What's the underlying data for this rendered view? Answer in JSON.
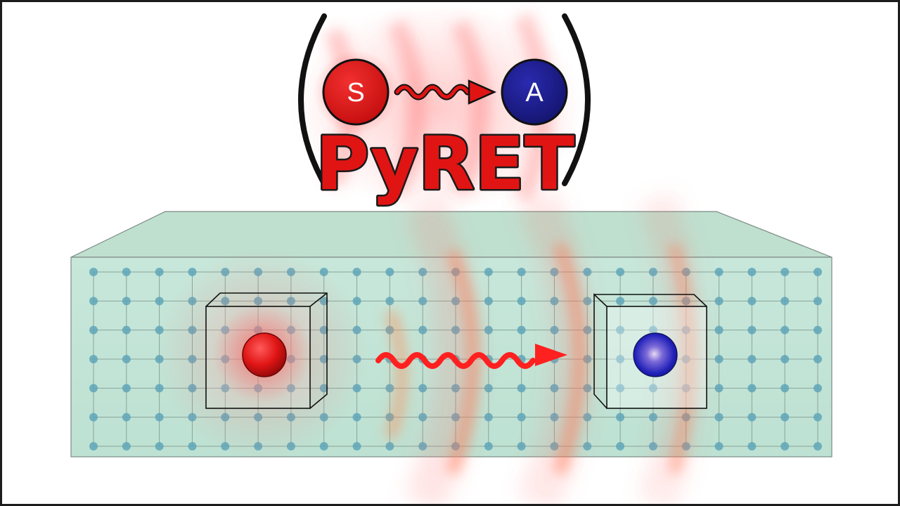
{
  "logo": {
    "title": "PyRET",
    "source_label": "S",
    "acceptor_label": "A"
  },
  "colors": {
    "source": "#e01515",
    "acceptor": "#1c1ca0",
    "medium": "#bfe3d3",
    "lattice_node": "#5fa6b8",
    "wave": "#e61a1a",
    "title_fill": "#e11414",
    "outline": "#1a1a1a"
  }
}
